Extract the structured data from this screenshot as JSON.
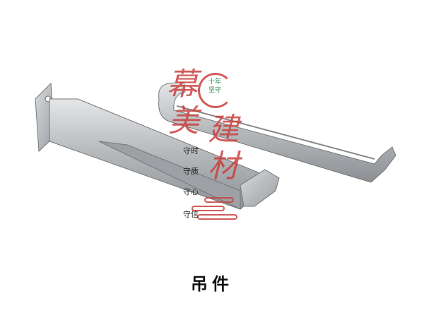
{
  "product": {
    "caption": "吊件"
  },
  "watermark": {
    "brand": [
      "幕",
      "美",
      "建",
      "材"
    ],
    "seal": [
      "十年",
      "坚守"
    ],
    "slogans": [
      "守时",
      "守质",
      "守心",
      "守信"
    ],
    "color": "#c9413f"
  }
}
